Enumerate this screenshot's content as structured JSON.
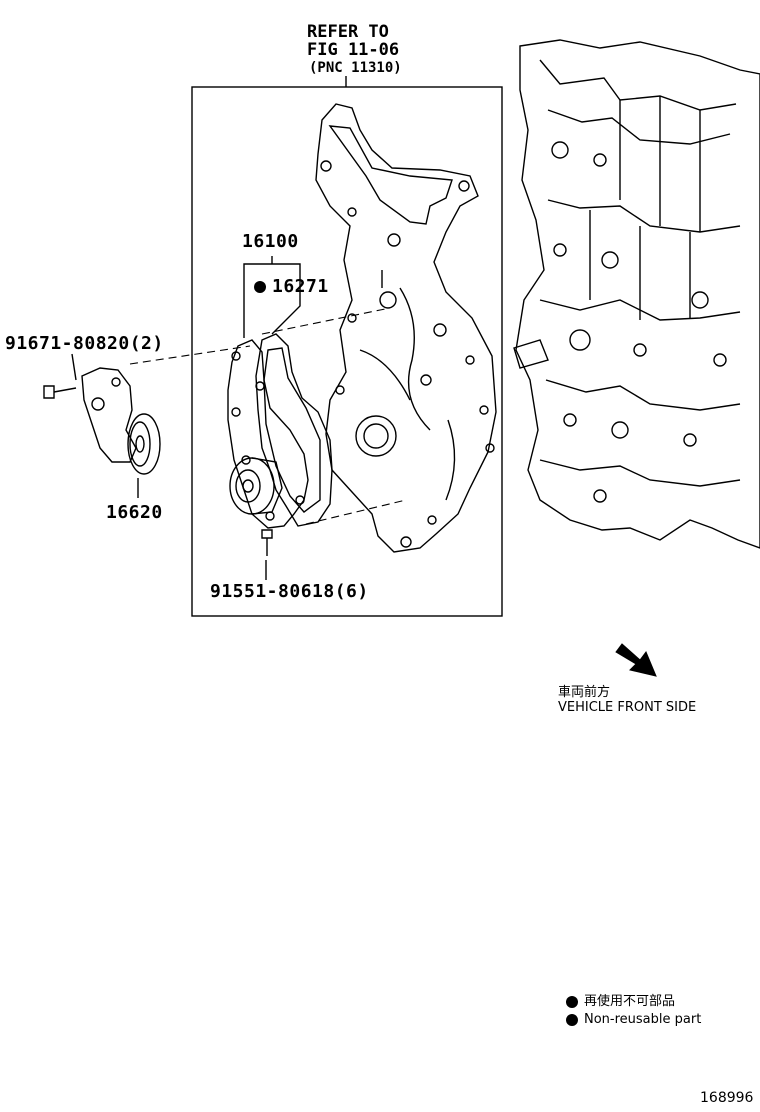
{
  "refer": {
    "line1": "REFER TO",
    "line2": "FIG 11-06",
    "line3": "(PNC 11310)"
  },
  "parts": {
    "assy": "16100",
    "gasket": "16271",
    "bolt_tensioner": "91671-80820(2)",
    "tensioner": "16620",
    "bolt_pump": "91551-80618(6)"
  },
  "direction": {
    "jp": "車両前方",
    "en": "VEHICLE FRONT SIDE"
  },
  "legend": {
    "jp": "再使用不可部品",
    "en": "Non-reusable part"
  },
  "figure_id": "168996"
}
